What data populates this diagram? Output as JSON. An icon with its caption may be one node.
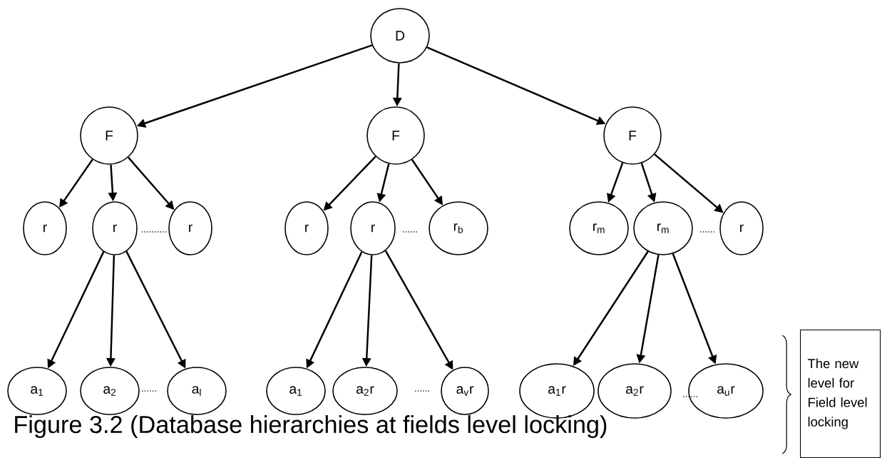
{
  "diagram": {
    "caption": "Figure 3.2 (Database hierarchies at fields level locking)",
    "nodes": [
      {
        "text": [
          "D"
        ]
      },
      {
        "text": [
          "F"
        ]
      },
      {
        "text": [
          "F"
        ]
      },
      {
        "text": [
          "F"
        ]
      },
      {
        "text": [
          "r"
        ]
      },
      {
        "text": [
          "r"
        ]
      },
      {
        "text": [
          "r"
        ]
      },
      {
        "text": [
          "r"
        ]
      },
      {
        "text": [
          "r"
        ]
      },
      {
        "text": [
          "r$_{b}$"
        ]
      },
      {
        "text": [
          "r$_{m}$"
        ]
      },
      {
        "text": [
          "r$_{m}$"
        ]
      },
      {
        "text": [
          "r"
        ]
      },
      {
        "text": [
          "a$_{1}$"
        ]
      },
      {
        "text": [
          "a$_{2}$"
        ]
      },
      {
        "text": [
          "a$_{l}$"
        ]
      },
      {
        "text": [
          "a$_{1}$"
        ]
      },
      {
        "text": [
          "a$_{2}$r"
        ]
      },
      {
        "text": [
          "a$_{v}$r"
        ]
      },
      {
        "text": [
          "a$_{1}$r"
        ]
      },
      {
        "text": [
          "a$_{2}$r"
        ]
      },
      {
        "text": [
          "a$_{u}$r"
        ]
      },
      {
        "text": [
          "The new level for Field level locking"
        ]
      }
    ],
    "edges": [
      {
        "from": 0,
        "to": 1,
        "arrow": "to"
      },
      {
        "from": 0,
        "to": 2,
        "arrow": "to"
      },
      {
        "from": 0,
        "to": 3,
        "arrow": "to"
      },
      {
        "from": 1,
        "to": 4,
        "arrow": "to"
      },
      {
        "from": 1,
        "to": 5,
        "arrow": "to"
      },
      {
        "from": 1,
        "to": 6,
        "arrow": "to"
      },
      {
        "from": 2,
        "to": 7,
        "arrow": "to"
      },
      {
        "from": 2,
        "to": 8,
        "arrow": "to"
      },
      {
        "from": 2,
        "to": 9,
        "arrow": "to"
      },
      {
        "from": 3,
        "to": 10,
        "arrow": "to"
      },
      {
        "from": 3,
        "to": 11,
        "arrow": "to"
      },
      {
        "from": 3,
        "to": 12,
        "arrow": "to"
      },
      {
        "from": 5,
        "to": 13,
        "arrow": "to"
      },
      {
        "from": 5,
        "to": 14,
        "arrow": "to"
      },
      {
        "from": 5,
        "to": 15,
        "arrow": "to"
      },
      {
        "from": 8,
        "to": 16,
        "arrow": "to"
      },
      {
        "from": 8,
        "to": 17,
        "arrow": "to"
      },
      {
        "from": 8,
        "to": 18,
        "arrow": "to"
      },
      {
        "from": 11,
        "to": 19,
        "arrow": "to"
      },
      {
        "from": 11,
        "to": 20,
        "arrow": "to"
      },
      {
        "from": 11,
        "to": 21,
        "arrow": "to"
      }
    ],
    "labels": [
      "..........",
      "......",
      "......",
      "......",
      "......",
      "......"
    ]
  }
}
